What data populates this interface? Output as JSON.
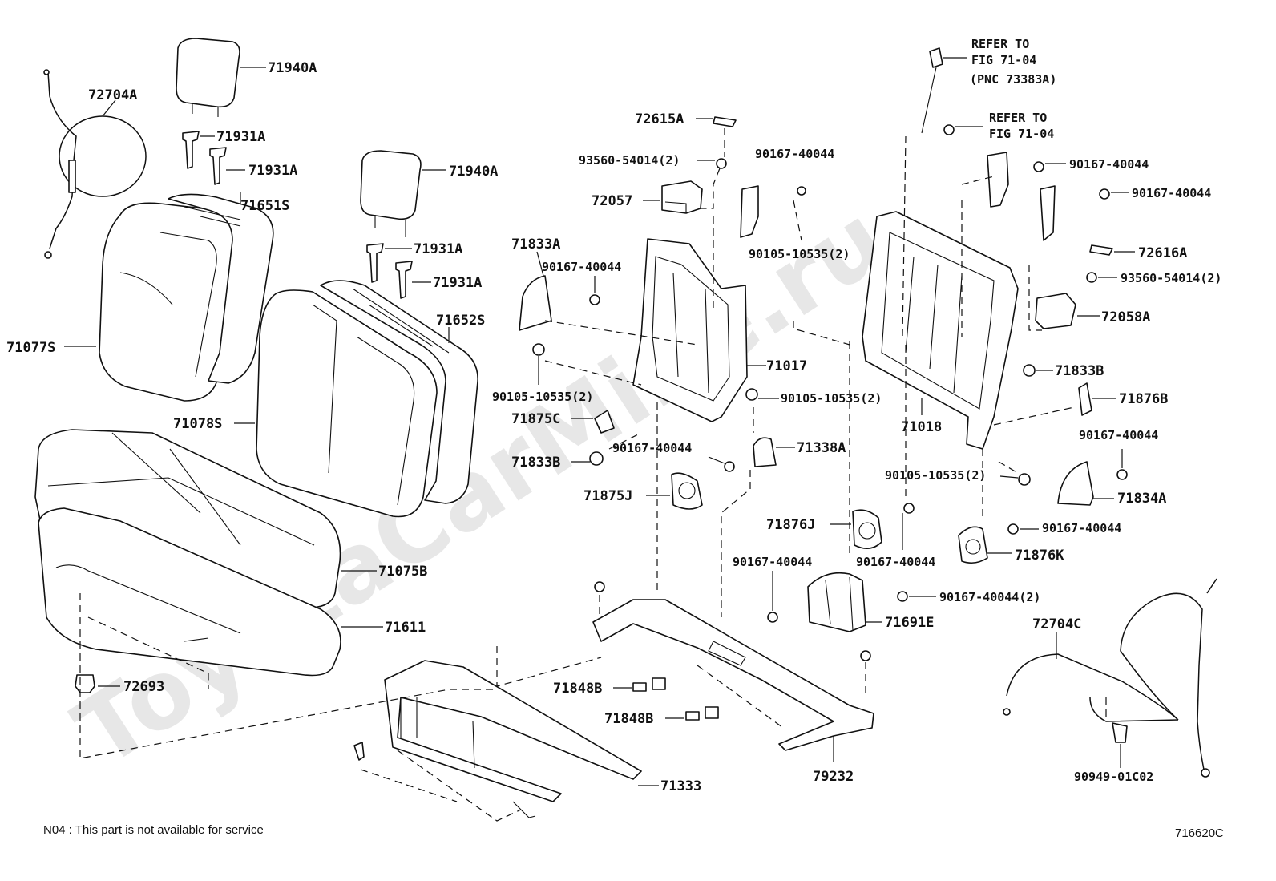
{
  "watermark": "ToyotaCarMine.ru",
  "footer": {
    "note": "N04 : This part is not available for service",
    "figure_code": "716620C"
  },
  "labels": {
    "p72704A": "72704A",
    "p71940A_1": "71940A",
    "p71931A_1": "71931A",
    "p71931A_2": "71931A",
    "p71651S": "71651S",
    "p71077S": "71077S",
    "p71940A_2": "71940A",
    "p71931A_3": "71931A",
    "p71931A_4": "71931A",
    "p71652S": "71652S",
    "p71078S": "71078S",
    "p71075B": "71075B",
    "p71611": "71611",
    "p72693": "72693",
    "p72615A": "72615A",
    "p93560_1": "93560-54014(2)",
    "p72057": "72057",
    "p90167_1": "90167-40044",
    "p71833A": "71833A",
    "p90167_2": "90167-40044",
    "p90105_1": "90105-10535(2)",
    "p71017": "71017",
    "p90105_2": "90105-10535(2)",
    "p90105_3": "90105-10535(2)",
    "p71875C": "71875C",
    "p71833B_1": "71833B",
    "p90167_3": "90167-40044",
    "p71338A": "71338A",
    "p71875J": "71875J",
    "p71018": "71018",
    "p71876J": "71876J",
    "p90167_4": "90167-40044",
    "p90167_5": "90167-40044",
    "p71691E": "71691E",
    "p90167_6": "90167-40044(2)",
    "p71848B_1": "71848B",
    "p71848B_2": "71848B",
    "p71333": "71333",
    "p79232": "79232",
    "refer1_l1": "REFER TO",
    "refer1_l2": "FIG 71-04",
    "refer1_l3": "(PNC 73383A)",
    "refer2_l1": "REFER TO",
    "refer2_l2": "FIG 71-04",
    "p90167_7": "90167-40044",
    "p90167_8": "90167-40044",
    "p72616A": "72616A",
    "p93560_2": "93560-54014(2)",
    "p72058A": "72058A",
    "p71833B_2": "71833B",
    "p71876B": "71876B",
    "p90167_9": "90167-40044",
    "p90105_4": "90105-10535(2)",
    "p71834A": "71834A",
    "p90167_10": "90167-40044",
    "p71876K": "71876K",
    "p72704C": "72704C",
    "p90949": "90949-01C02"
  }
}
